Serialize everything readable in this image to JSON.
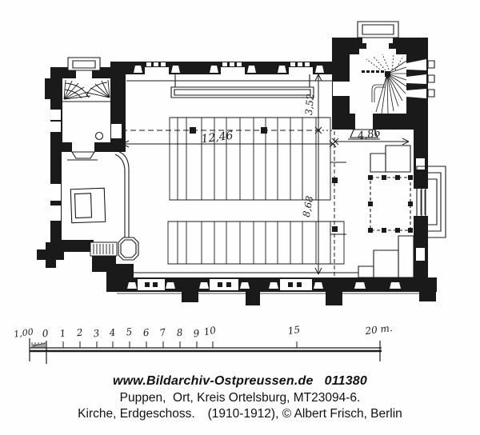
{
  "caption": {
    "site": "www.Bildarchiv-Ostpreussen.de",
    "photo_number": "011380",
    "location_line": "Puppen,  Ort, Kreis Ortelsburg, MT23094-6.",
    "subject": "Kirche, Erdgeschoss.",
    "credit": "(1910-1912), © Albert Frisch, Berlin"
  },
  "drawing": {
    "type": "architectural floor plan, church ground floor",
    "dimensions": {
      "nave_width": "12,46",
      "chancel_width": "4,86",
      "north_bay": "3,52",
      "nave_depth": "8,68"
    },
    "scale_bar": {
      "unit": "m",
      "labels": [
        "1,00",
        "0",
        "1",
        "2",
        "3",
        "4",
        "5",
        "6",
        "7",
        "8",
        "9",
        "10",
        "15",
        "20 m."
      ]
    }
  },
  "colors": {
    "ink": "#1a1a1a",
    "paper": "#fefefe"
  }
}
